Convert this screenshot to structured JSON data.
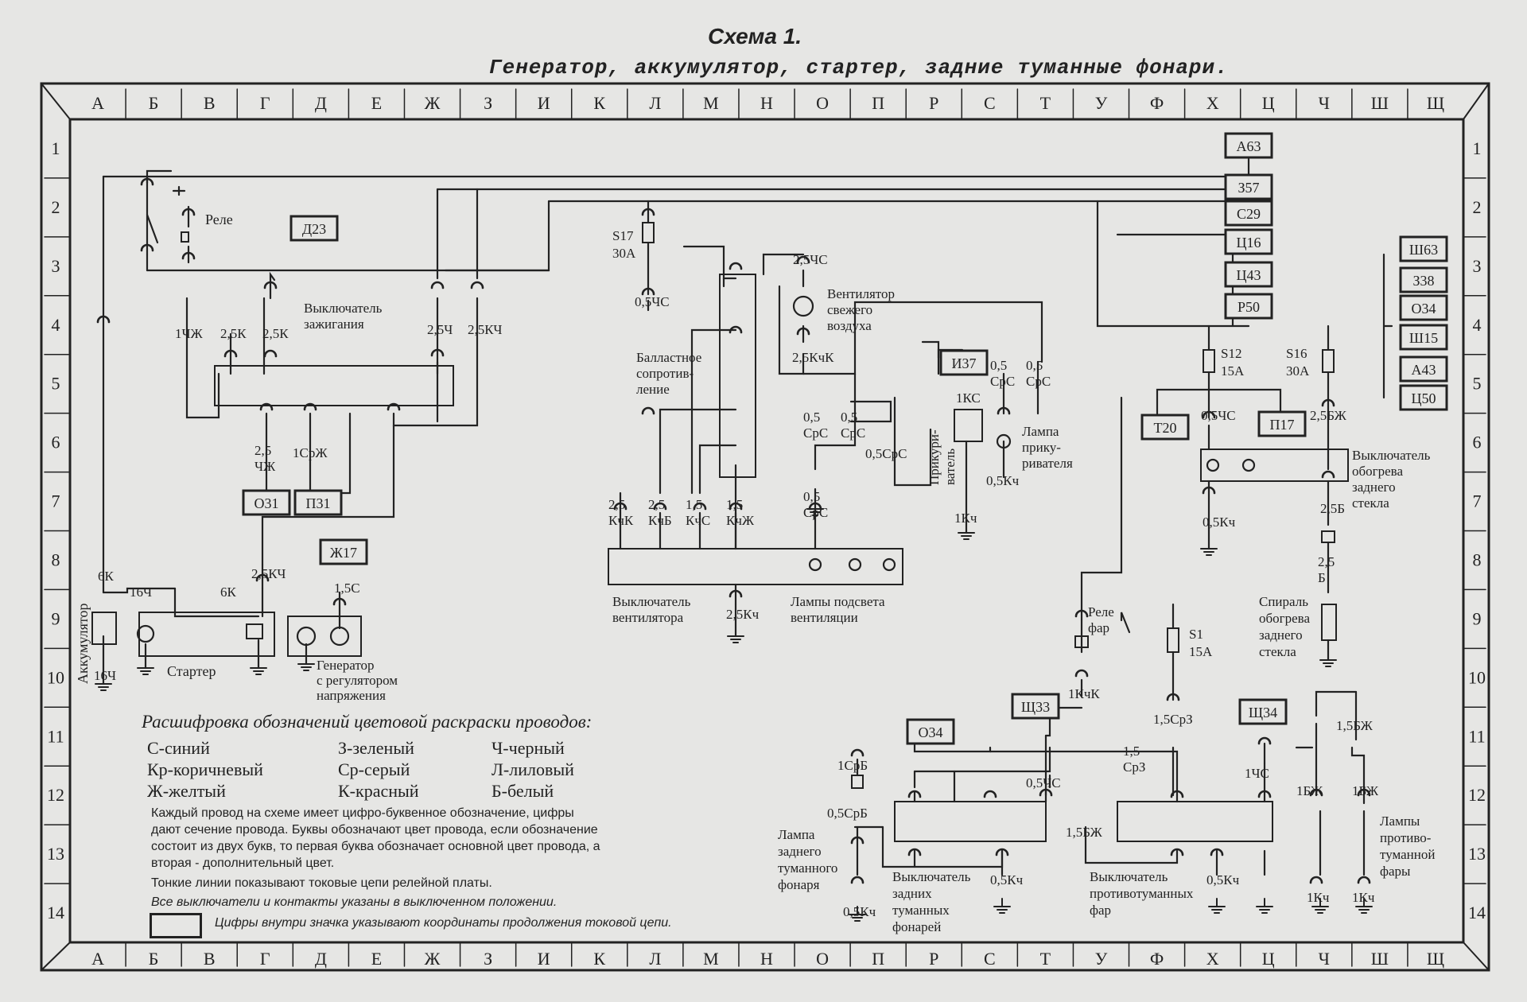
{
  "title": "Схема 1.",
  "subtitle": "Генератор, аккумулятор, стартер, задние туманные фонари.",
  "columns": [
    "А",
    "Б",
    "В",
    "Г",
    "Д",
    "Е",
    "Ж",
    "З",
    "И",
    "К",
    "Л",
    "М",
    "Н",
    "О",
    "П",
    "Р",
    "С",
    "Т",
    "У",
    "Ф",
    "Х",
    "Ц",
    "Ч",
    "Ш",
    "Щ"
  ],
  "rows": [
    "1",
    "2",
    "3",
    "4",
    "5",
    "6",
    "7",
    "8",
    "9",
    "10",
    "11",
    "12",
    "13",
    "14"
  ],
  "ref_boxes": {
    "a63": "А63",
    "z57": "З57",
    "s29": "С29",
    "ts16": "Ц16",
    "ts43": "Ц43",
    "r50": "Р50",
    "sh63": "Ш63",
    "z38": "З38",
    "o34r": "О34",
    "sh15": "Ш15",
    "a43": "А43",
    "ts50": "Ц50",
    "d23": "Д23",
    "o31": "О31",
    "p31": "П31",
    "zh17": "Ж17",
    "i37": "И37",
    "t20": "Т20",
    "p17": "П17",
    "sch33": "Щ33",
    "o34": "О34",
    "sch34": "Щ34"
  },
  "components": {
    "relay": "Реле",
    "ignition_switch": [
      "Выключатель",
      "зажигания"
    ],
    "fan_motor": [
      "Вентилятор",
      "свежего",
      "воздуха"
    ],
    "ballast": [
      "Балластное",
      "сопротив-",
      "ление"
    ],
    "cig_lighter": [
      "Прикури-",
      "ватель"
    ],
    "lighter_lamp": [
      "Лампа",
      "прику-",
      "ривателя"
    ],
    "fan_switch": [
      "Выключатель",
      "вентилятора"
    ],
    "vent_lamps": [
      "Лампы подсвета",
      "вентиляции"
    ],
    "battery": "Аккумулятор",
    "starter": "Стартер",
    "generator": [
      "Генератор",
      "с регулятором",
      "напряжения"
    ],
    "rear_heat_switch": [
      "Выключатель",
      "обогрева",
      "заднего",
      "стекла"
    ],
    "rear_heat_coil": [
      "Спираль",
      "обогрева",
      "заднего",
      "стекла"
    ],
    "headlight_relay": [
      "Реле",
      "фар"
    ],
    "rear_fog_lamp": [
      "Лампа",
      "заднего",
      "туманного",
      "фонаря"
    ],
    "rear_fog_switch": [
      "Выключатель",
      "задних",
      "туманных",
      "фонарей"
    ],
    "fog_switch": [
      "Выключатель",
      "противотуманных",
      "фар"
    ],
    "fog_lamps": [
      "Лампы",
      "противо-",
      "туманной",
      "фары"
    ]
  },
  "fuses": {
    "s17": [
      "S17",
      "30A"
    ],
    "s12": [
      "S12",
      "15A"
    ],
    "s16": [
      "S16",
      "30A"
    ],
    "s1": [
      "S1",
      "15A"
    ]
  },
  "wires": {
    "w_1chzh": "1ЧЖ",
    "w_25k_a": "2,5К",
    "w_25k_b": "2,5К",
    "w_25ch": "2,5Ч",
    "w_25kch": "2,5КЧ",
    "w_25chzh": [
      "2,5",
      "ЧЖ"
    ],
    "w_1srzh": "1СрЖ",
    "w_6k_a": "6К",
    "w_6k_b": "6К",
    "w_16ch_a": "16Ч",
    "w_16ch_b": "16Ч",
    "w_25kch_b": "2,5КЧ",
    "w_15s": "1,5С",
    "w_05chs_s17": "0,5ЧС",
    "w_25chs": "2,5ЧС",
    "w_25kchk": "2,5КчК",
    "w_f1": [
      "2,5",
      "КчК"
    ],
    "w_f2": [
      "2,5",
      "КчБ"
    ],
    "w_f3": [
      "1,5",
      "КчС"
    ],
    "w_f4": [
      "1,5",
      "КчЖ"
    ],
    "w_srs1": [
      "0,5",
      "СрС"
    ],
    "w_srs2": [
      "0,5",
      "СрС"
    ],
    "w_srs3": [
      "0,5",
      "СрС"
    ],
    "w_srs4": "0,5СрС",
    "w_srs5": [
      "0,5",
      "СрС"
    ],
    "w_srs6": [
      "0,5",
      "СрС"
    ],
    "w_1ks": "1КС",
    "w_05kch_l": "0,5Кч",
    "w_1kch_l": "1Кч",
    "w_25kch_fan": "2,5Кч",
    "w_05chs": "0,5ЧС",
    "w_25bzh": "2,5БЖ",
    "w_05kch_h": "0,5Кч",
    "w_25b": "2,5Б",
    "w_25b2": [
      "2,5",
      "Б"
    ],
    "w_1kchk": "1КчК",
    "w_15srz": "1,5СрЗ",
    "w_1srb": "1СрБ",
    "w_05srb": "0,5СрБ",
    "w_05kch_f1": "0,5Кч",
    "w_05chs_f": "0,5ЧС",
    "w_15srz2": [
      "1,5",
      "СрЗ"
    ],
    "w_15bzh": "1,5БЖ",
    "w_05kch_f2": "0,5Кч",
    "w_05kch_f3": "0,5Кч",
    "w_1chs": "1ЧС",
    "w_15bzh2": "1,5БЖ",
    "w_1bzh_a": "1БЖ",
    "w_1bzh_b": "1БЖ",
    "w_1kch_a": "1Кч",
    "w_1kch_b": "1Кч"
  },
  "legend": {
    "title": "Расшифровка обозначений цветовой раскраски проводов:",
    "items": [
      "С-синий",
      "Кр-коричневый",
      "Ж-желтый",
      "З-зеленый",
      "Ср-серый",
      "К-красный",
      "Ч-черный",
      "Л-лиловый",
      "Б-белый"
    ],
    "notes": [
      "Каждый провод на схеме имеет цифро-буквенное обозначение, цифры",
      "дают сечение провода. Буквы обозначают цвет провода, если обозначение",
      "состоит из двух букв, то первая буква обозначает основной цвет провода, а",
      "вторая - дополнительный цвет.",
      "Тонкие линии показывают токовые цепи релейной платы.",
      "Все выключатели и контакты указаны в выключенном положении.",
      "Цифры внутри значка указывают координаты продолжения токовой цепи."
    ]
  }
}
